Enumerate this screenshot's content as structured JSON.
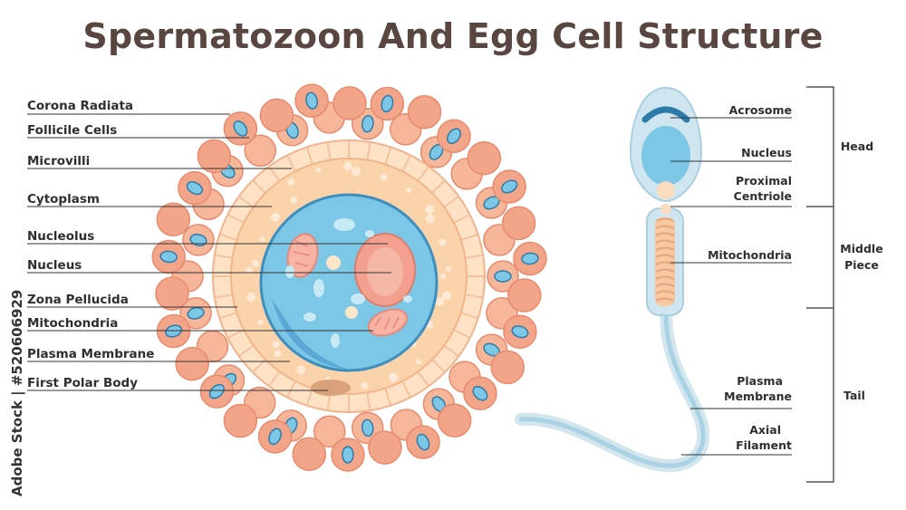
{
  "title": "Spermatozoon And Egg Cell Structure",
  "egg_labels": [
    "Corona Radiata",
    "Follicile Cells",
    "Microvilli",
    "Cytoplasm",
    "Nucleolus",
    "Nucleus",
    "Zona Pellucida",
    "Mitochondria",
    "Plasma Membrane",
    "First Polar Body"
  ],
  "sperm_labels": {
    "acrosome": "Acrosome",
    "nucleus": "Nucleus",
    "centriole_1": "Proximal",
    "centriole_2": "Centriole",
    "mitochondria": "Mitochondria",
    "membrane_1": "Plasma",
    "membrane_2": "Membrane",
    "axial_1": "Axial",
    "axial_2": "Filament"
  },
  "sections": {
    "head": "Head",
    "middle_1": "Middle",
    "middle_2": "Piece",
    "tail": "Tail"
  },
  "watermark": "Adobe Stock | #520606929",
  "colors": {
    "cell_outer": "#f3a58a",
    "cell_outer_dark": "#e88a6c",
    "cytoplasm": "#fbd3aa",
    "zona": "#fde2c6",
    "nucleus": "#7cc7e6",
    "sperm_body": "#cfe6f0"
  }
}
